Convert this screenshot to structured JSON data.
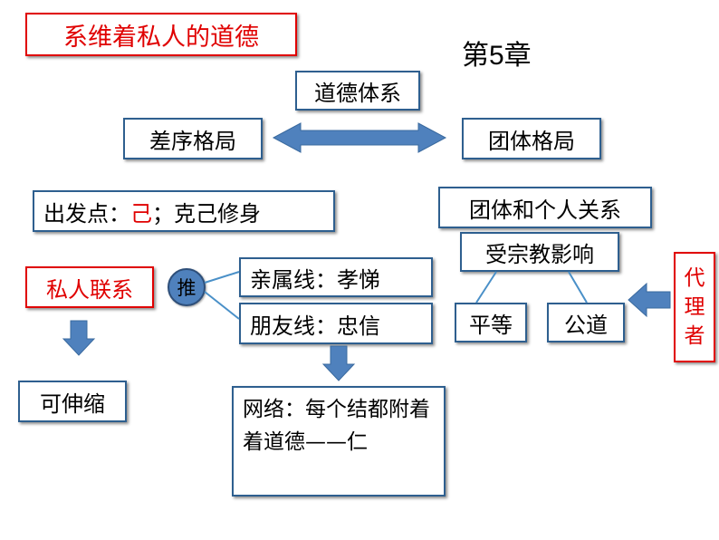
{
  "title": "系维着私人的道德",
  "chapter": "第5章",
  "moral_system": "道德体系",
  "pattern_left": "差序格局",
  "pattern_right": "团体格局",
  "origin": {
    "label": "出发点：",
    "self": "己",
    "rest": "；克己修身"
  },
  "private_ties": "私人联系",
  "push": "推",
  "kin_line": "亲属线：孝悌",
  "friend_line": "朋友线：忠信",
  "elastic": "可伸缩",
  "network": "网络：每个结都附着着道德——仁",
  "group_individual": "团体和个人关系",
  "religion": "受宗教影响",
  "equality": "平等",
  "justice": "公道",
  "agent": [
    "代",
    "理",
    "者"
  ],
  "colors": {
    "box_border": "#2e5f8f",
    "arrow_fill": "#4f81bd",
    "accent_red": "#e00000"
  }
}
